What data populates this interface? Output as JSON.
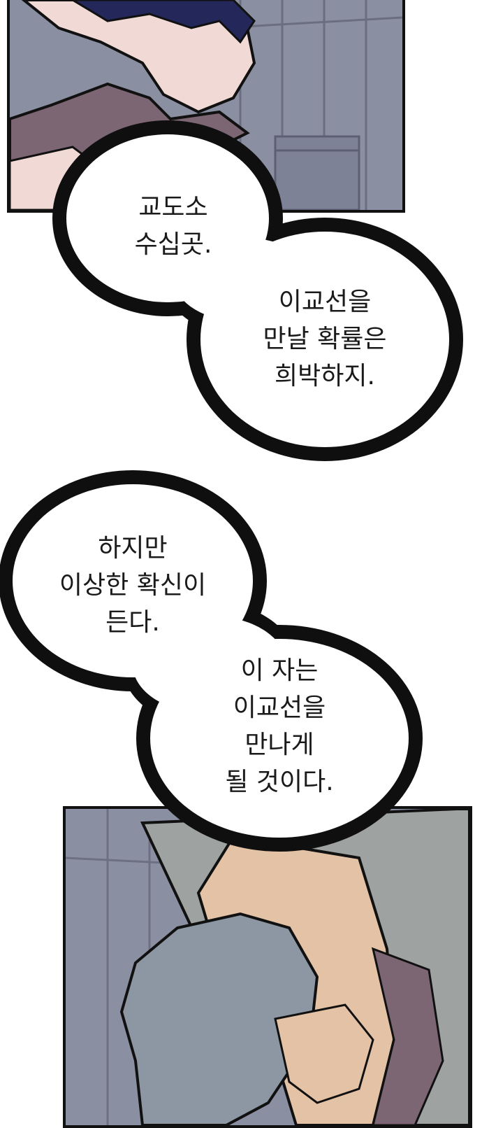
{
  "bubble_group_1": {
    "bubble_a": {
      "lines": [
        "교도소",
        "수십곳."
      ]
    },
    "bubble_b": {
      "lines": [
        "이교선을",
        "만날 확률은",
        "희박하지."
      ]
    }
  },
  "bubble_group_2": {
    "bubble_a": {
      "lines": [
        "하지만",
        "이상한 확신이",
        "든다."
      ]
    },
    "bubble_b": {
      "lines": [
        "이 자는",
        "이교선을",
        "만나게",
        "될 것이다."
      ]
    }
  },
  "colors": {
    "ink": "#111111",
    "hair_navy": "#23275a",
    "wall_gray": "#8b8fa2",
    "skin": "#f1d9d6",
    "shirt_purple": "#7d6673",
    "hair_gray": "#8d97a4",
    "skin_bottom": "#e4c2a6",
    "jacket_gray": "#9ea2a0"
  }
}
